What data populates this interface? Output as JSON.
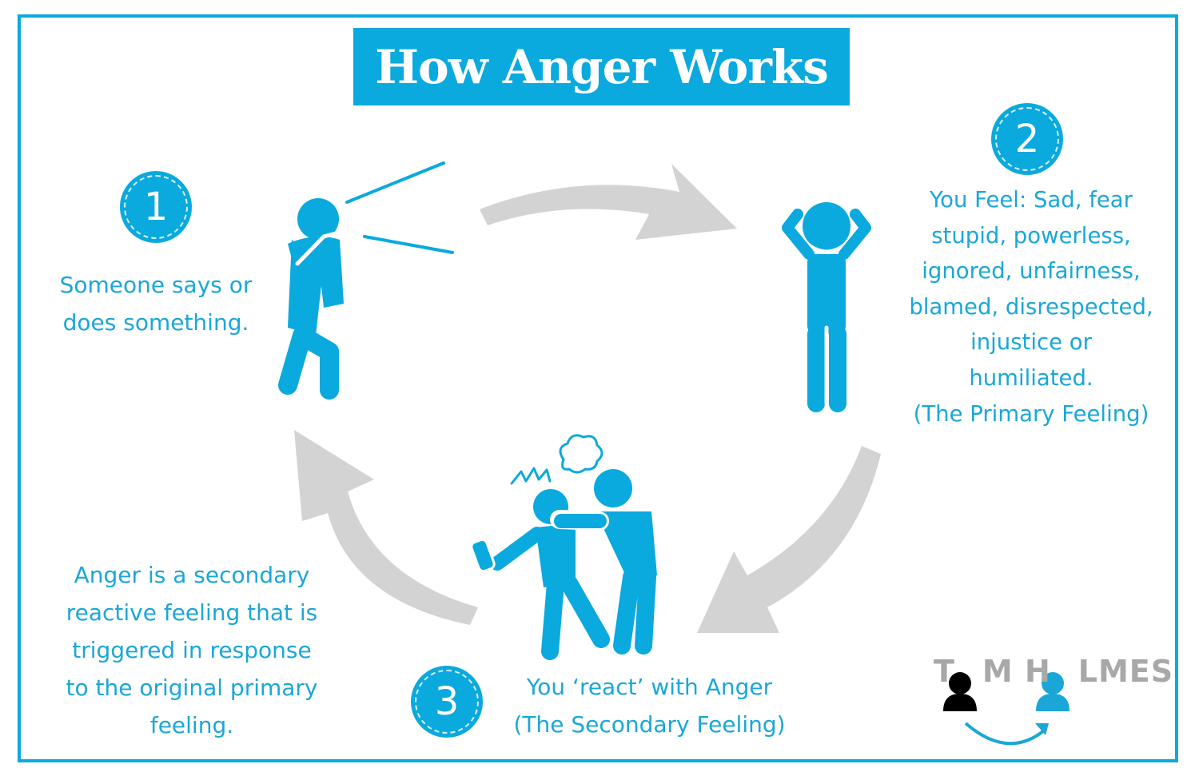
{
  "title": "How Anger Works",
  "steps": [
    {
      "number": "1",
      "lines": [
        "Someone says or",
        "does something."
      ]
    },
    {
      "number": "2",
      "lines": [
        "You Feel: Sad, fear",
        "stupid, powerless,",
        "ignored, unfairness,",
        "blamed, disrespected,",
        "injustice or",
        "humiliated.",
        "(The Primary Feeling)"
      ]
    },
    {
      "number": "3",
      "lines": [
        "You ‘react’ with Anger",
        "(The Secondary Feeling)"
      ]
    }
  ],
  "note": {
    "lines": [
      "Anger is a secondary",
      "reactive feeling that is",
      "triggered in response",
      "to the original primary",
      "feeling."
    ]
  },
  "logo": {
    "text_part1": "T",
    "text_part2": "M H",
    "text_part3": "LMES"
  },
  "colors": {
    "accent": "#0aa9de",
    "text": "#1aa7d8",
    "arrow": "#d3d3d3",
    "logo_gray": "#a8a8a8"
  },
  "icons": [
    "shouting-person-icon",
    "distressed-person-icon",
    "fighting-people-icon",
    "cycle-arrow-icon",
    "tom-holmes-logo"
  ]
}
